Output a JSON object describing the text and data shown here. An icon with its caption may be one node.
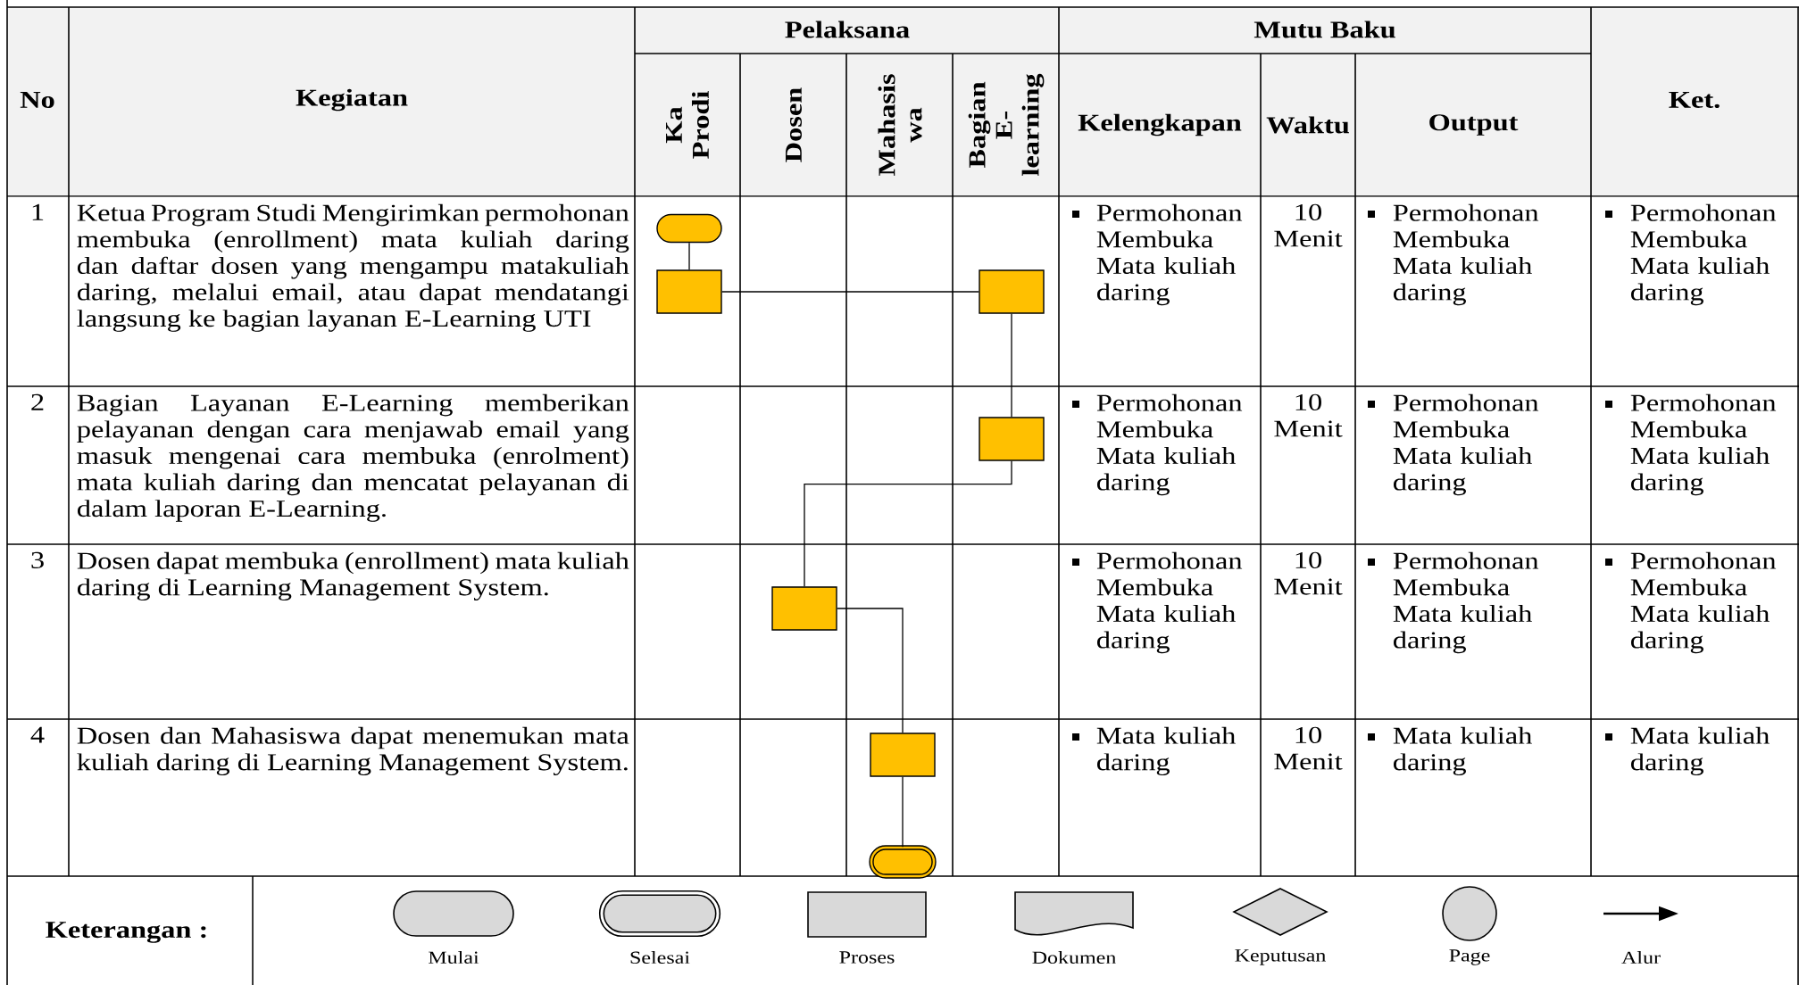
{
  "diagram": {
    "nodes": [
      {
        "text": [],
        "shape": "pill"
      },
      {
        "text": [],
        "shape": "box"
      },
      {
        "text": [],
        "shape": "box"
      },
      {
        "text": [],
        "shape": "box"
      },
      {
        "text": [],
        "shape": "box"
      },
      {
        "text": [],
        "shape": "box"
      },
      {
        "text": [],
        "shape": "double-pill"
      }
    ],
    "edges": [
      {
        "from": 0,
        "to": 1,
        "arrow": "none"
      },
      {
        "from": 1,
        "to": 2,
        "arrow": "none"
      },
      {
        "from": 2,
        "to": 3,
        "arrow": "none"
      },
      {
        "from": 3,
        "to": 4,
        "arrow": "none"
      },
      {
        "from": 4,
        "to": 5,
        "arrow": "none"
      },
      {
        "from": 5,
        "to": 6,
        "arrow": "none"
      }
    ],
    "labels": [
      "No",
      "Kegiatan",
      "Pelaksana",
      "Mutu Baku",
      "Ket.",
      "Ka Prodi",
      "Dosen",
      "Mahasis wa",
      "Bagian E-learning",
      "Kelengkapan",
      "Waktu",
      "Output",
      "1",
      "Ketua Program Studi Mengirimkan permohonan membuka (enrollment) mata kuliah daring dan daftar dosen yang mengampu matakuliah daring, melalui email, atau dapat mendatangi langsung ke bagian layanan E-Learning UTI",
      "Permohonan Membuka Mata kuliah daring",
      "10 Menit",
      "Permohonan Membuka Mata kuliah daring",
      "Permohonan Membuka Mata kuliah daring",
      "2",
      "Bagian Layanan E-Learning memberikan pelayanan dengan cara menjawab email yang masuk mengenai cara membuka (enrolment) mata kuliah daring dan mencatat pelayanan di dalam laporan E-Learning.",
      "Permohonan Membuka Mata kuliah daring",
      "10 Menit",
      "Permohonan Membuka Mata kuliah daring",
      "Permohonan Membuka Mata kuliah daring",
      "3",
      "Dosen dapat membuka (enrollment) mata kuliah daring di Learning Management System.",
      "Permohonan Membuka Mata kuliah daring",
      "10 Menit",
      "Permohonan Membuka Mata kuliah daring",
      "Permohonan Membuka Mata kuliah daring",
      "4",
      "Dosen dan Mahasiswa dapat menemukan mata kuliah daring di Learning Management System.",
      "Mata kuliah daring",
      "10 Menit",
      "Mata kuliah daring",
      "Mata kuliah daring",
      "Keterangan :"
    ],
    "legend": [
      {
        "text": "Mulai"
      },
      {
        "text": "Selesai"
      },
      {
        "text": "Proses"
      },
      {
        "text": "Dokumen"
      },
      {
        "text": "Keputusan"
      },
      {
        "text": "Page"
      },
      {
        "text": "Alur"
      }
    ]
  }
}
